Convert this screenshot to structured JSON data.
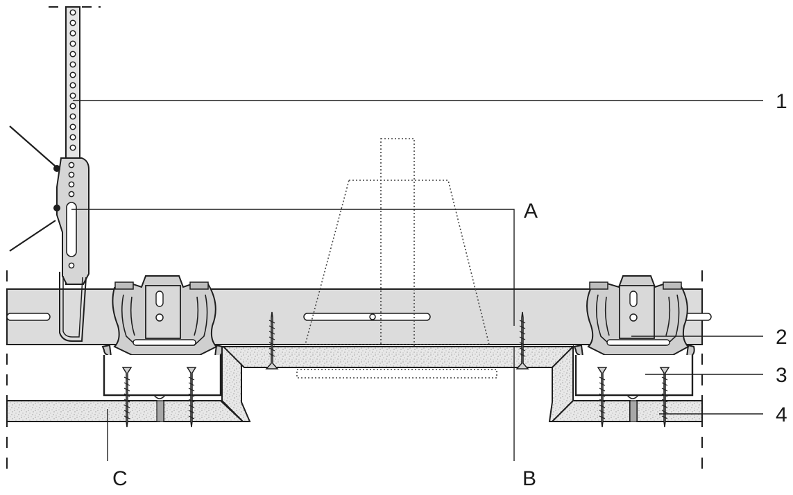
{
  "diagram": {
    "callouts": {
      "n1": "1",
      "n2": "2",
      "n3": "3",
      "n4": "4",
      "a": "A",
      "b": "B",
      "c": "C"
    },
    "colors": {
      "line": "#1e1e1e",
      "channel_fill": "#dcdcdc",
      "clip_fill": "#c9c9c9",
      "board_fill": "#e6e6e6",
      "background": "#ffffff"
    },
    "icons": [
      "perforated-hanger",
      "spring-clip",
      "channel-clip",
      "drywall-screw",
      "plasterboard"
    ]
  }
}
